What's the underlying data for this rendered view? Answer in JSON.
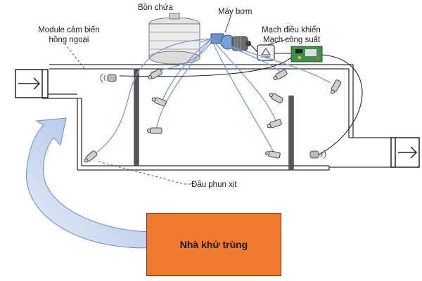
{
  "labels": {
    "tank": "Bồn chứa",
    "pump": "Máy bơm",
    "control_circuit": "Mạch điều khiển",
    "power_circuit": "Mạch công suất",
    "sensor_line1": "Module cảm biến",
    "sensor_line2": "hồng ngoại",
    "nozzle": "Đầu phun xịt",
    "house": "Nhà khử trùng"
  },
  "colors": {
    "house_fill": "#f07b2e",
    "arrow_fill": "#c9d8ef",
    "hose": "#7a9ad6",
    "wall": "#333333"
  }
}
